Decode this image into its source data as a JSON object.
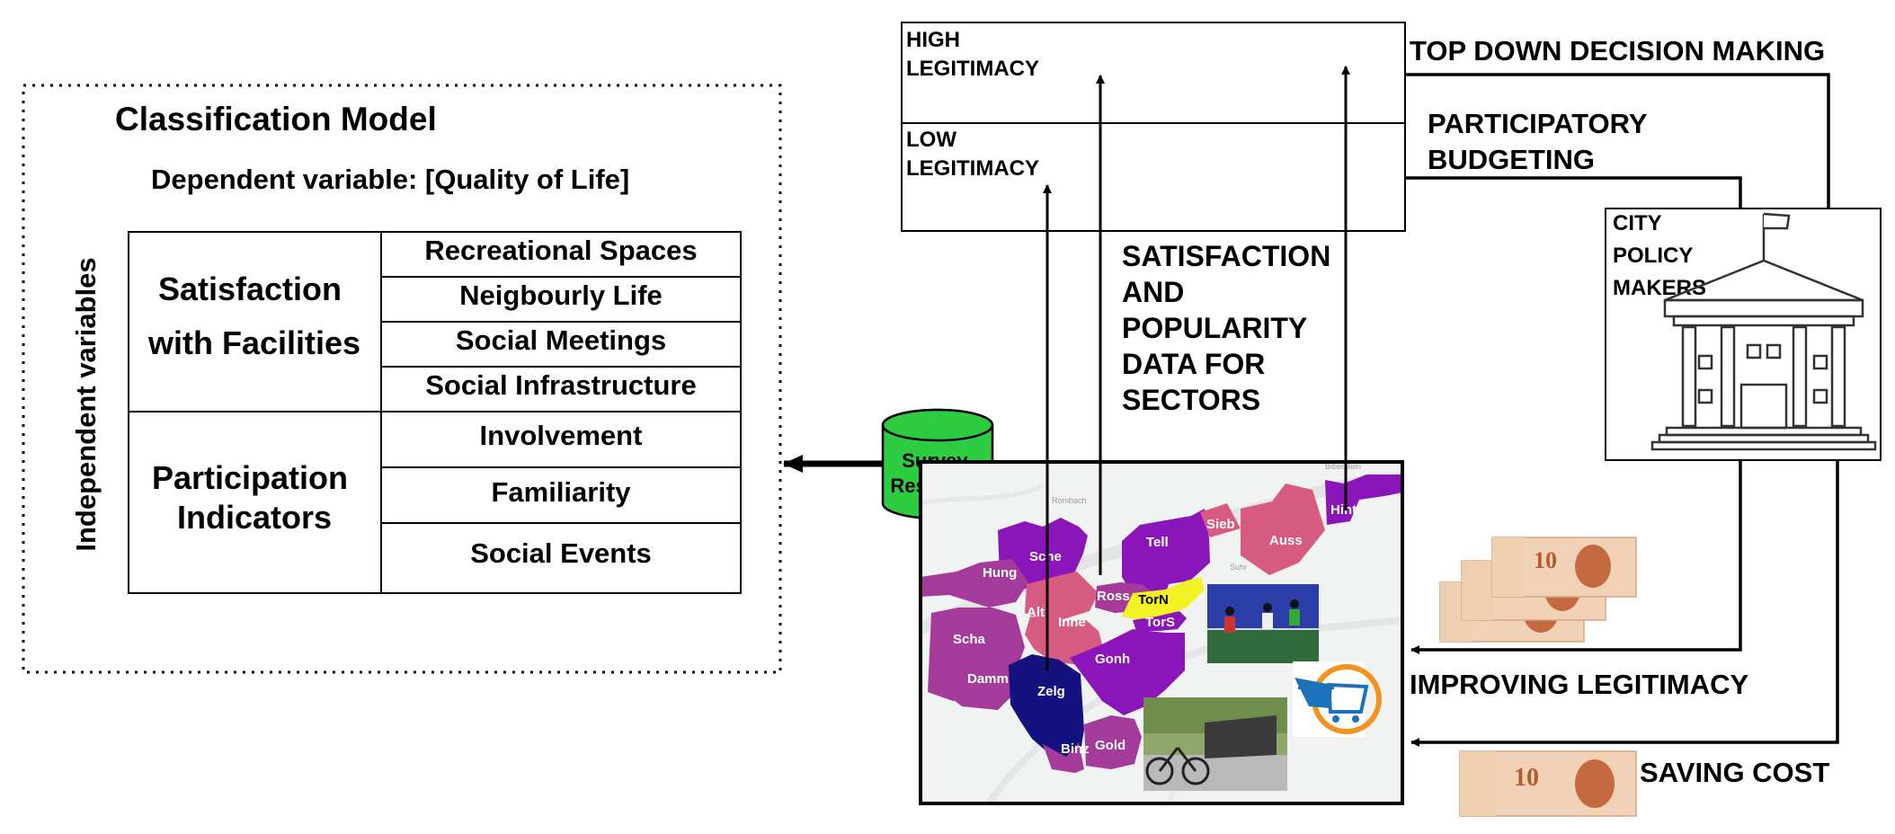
{
  "classification": {
    "title": "Classification Model",
    "dependent": "Dependent variable: [Quality of Life]",
    "independent_label": "Independent variables",
    "groups": [
      {
        "line1": "Satisfaction",
        "line2": "with Facilities",
        "items": [
          "Recreational Spaces",
          "Neigbourly Life",
          "Social Meetings",
          "Social Infrastructure"
        ]
      },
      {
        "line1": "Participation",
        "line2": "Indicators",
        "items": [
          "Involvement",
          "Familiarity",
          "Social Events"
        ]
      }
    ]
  },
  "survey": {
    "line1": "Survey",
    "line2": "Response",
    "color": "#2ecc40"
  },
  "legitimacy": {
    "high": [
      "HIGH",
      "LEGITIMACY"
    ],
    "low": [
      "LOW",
      "LEGITIMACY"
    ]
  },
  "satisfaction_data": [
    "SATISFACTION",
    "AND",
    "POPULARITY",
    "DATA FOR",
    "SECTORS"
  ],
  "flows": {
    "top_down": "TOP DOWN DECISION MAKING",
    "participatory": [
      "PARTICIPATORY",
      "BUDGETING"
    ],
    "improving": "IMPROVING LEGITIMACY",
    "saving": "SAVING COST"
  },
  "policy_makers": [
    "CITY",
    "POLICY",
    "MAKERS"
  ],
  "map": {
    "districts": [
      "Hung",
      "Sche",
      "Tell",
      "Sieb",
      "Auss",
      "Hint",
      "Alt",
      "Ross",
      "TorN",
      "TorS",
      "Inne",
      "Scha",
      "Gonh",
      "Damm",
      "Zelg",
      "Binz",
      "Gold"
    ],
    "places": [
      "Rombach",
      "Suhr",
      "Biberstein"
    ],
    "colors": {
      "magenta": "#a43b9a",
      "pink": "#d75a80",
      "violet": "#8a15b8",
      "navy": "#14127e",
      "yellow": "#f2f224"
    }
  },
  "banknote": {
    "value": "10"
  }
}
